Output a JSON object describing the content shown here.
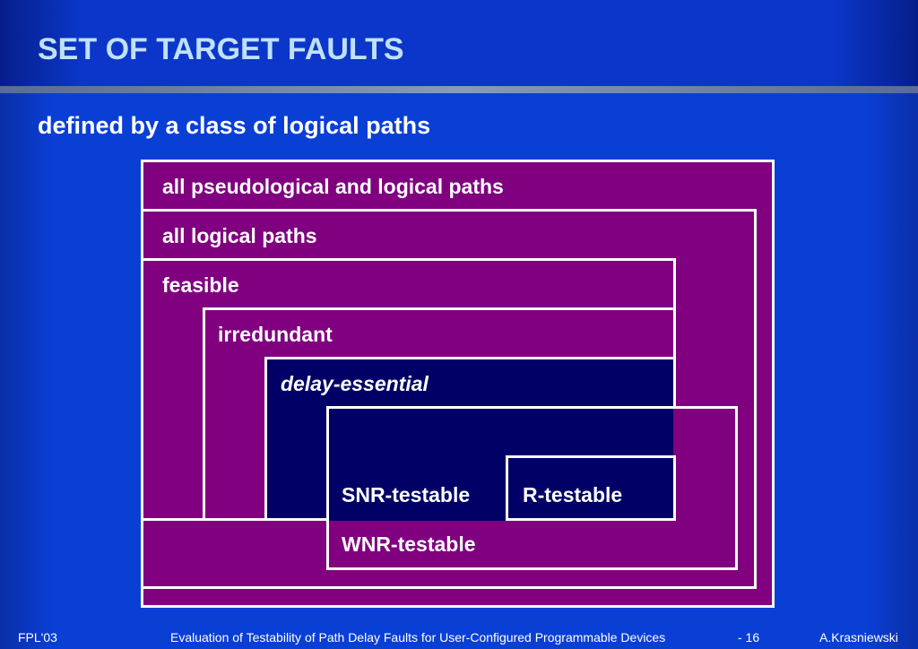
{
  "slide": {
    "title": "SET OF TARGET FAULTS",
    "subtitle": "defined by a class of logical paths"
  },
  "diagram": {
    "labels": {
      "all_pseudological": "all pseudological and logical paths",
      "all_logical": "all logical paths",
      "feasible": "feasible",
      "irredundant": "irredundant",
      "delay_essential": "delay-essential",
      "snr_testable": "SNR-testable",
      "r_testable": "R-testable",
      "wnr_testable": "WNR-testable"
    },
    "colors": {
      "purple": "#800080",
      "navy": "#000066",
      "border": "#ffffff"
    }
  },
  "footer": {
    "left": "FPL'03",
    "center": "Evaluation of Testability of Path Delay Faults for User-Configured Programmable Devices",
    "page": "- 16",
    "right": "A.Krasniewski"
  }
}
